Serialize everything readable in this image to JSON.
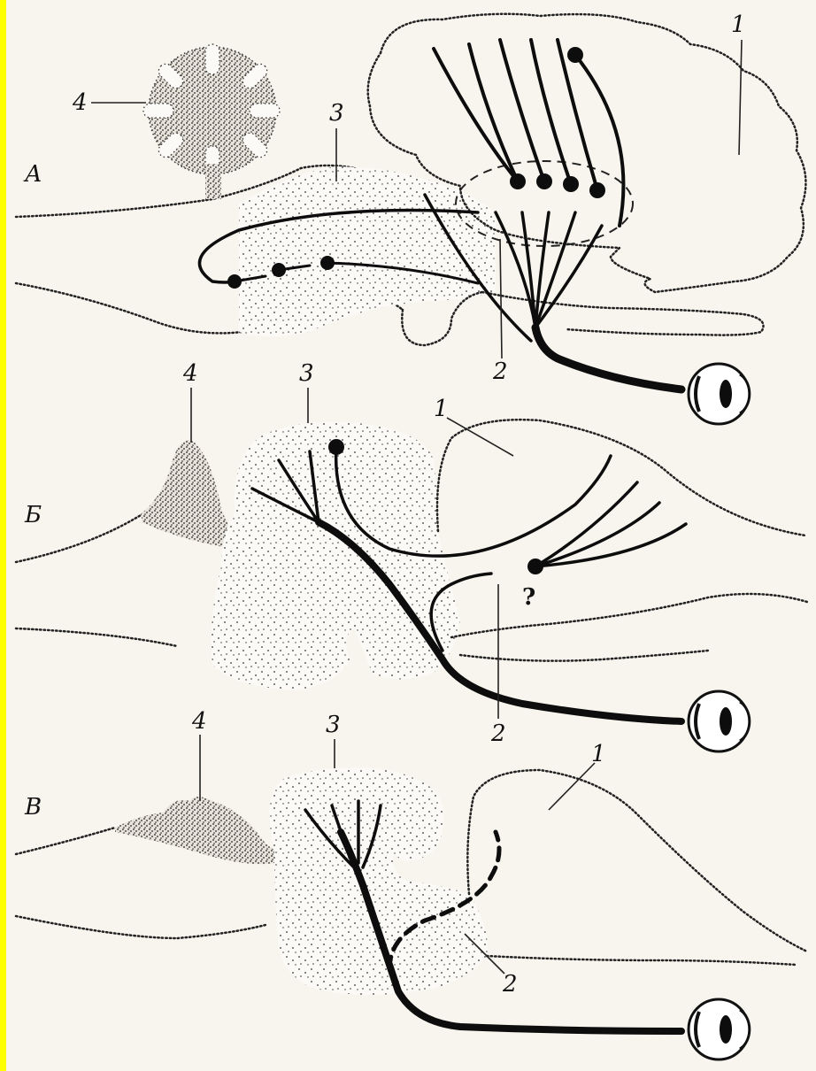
{
  "panels": [
    {
      "letter": "А",
      "labels": {
        "forebrain": "1",
        "optic_nerve": "2",
        "midbrain": "3",
        "cerebellum": "4"
      }
    },
    {
      "letter": "Б",
      "labels": {
        "forebrain": "1",
        "optic_nerve": "2",
        "midbrain": "3",
        "cerebellum": "4"
      },
      "question_mark": "?"
    },
    {
      "letter": "В",
      "labels": {
        "forebrain": "1",
        "optic_nerve": "2",
        "midbrain": "3",
        "cerebellum": "4"
      }
    }
  ],
  "colors": {
    "ink": "#0d0d0d",
    "paper": "#f8f5ee",
    "edge": "#ffff00"
  },
  "icons": [
    "eye-icon"
  ]
}
